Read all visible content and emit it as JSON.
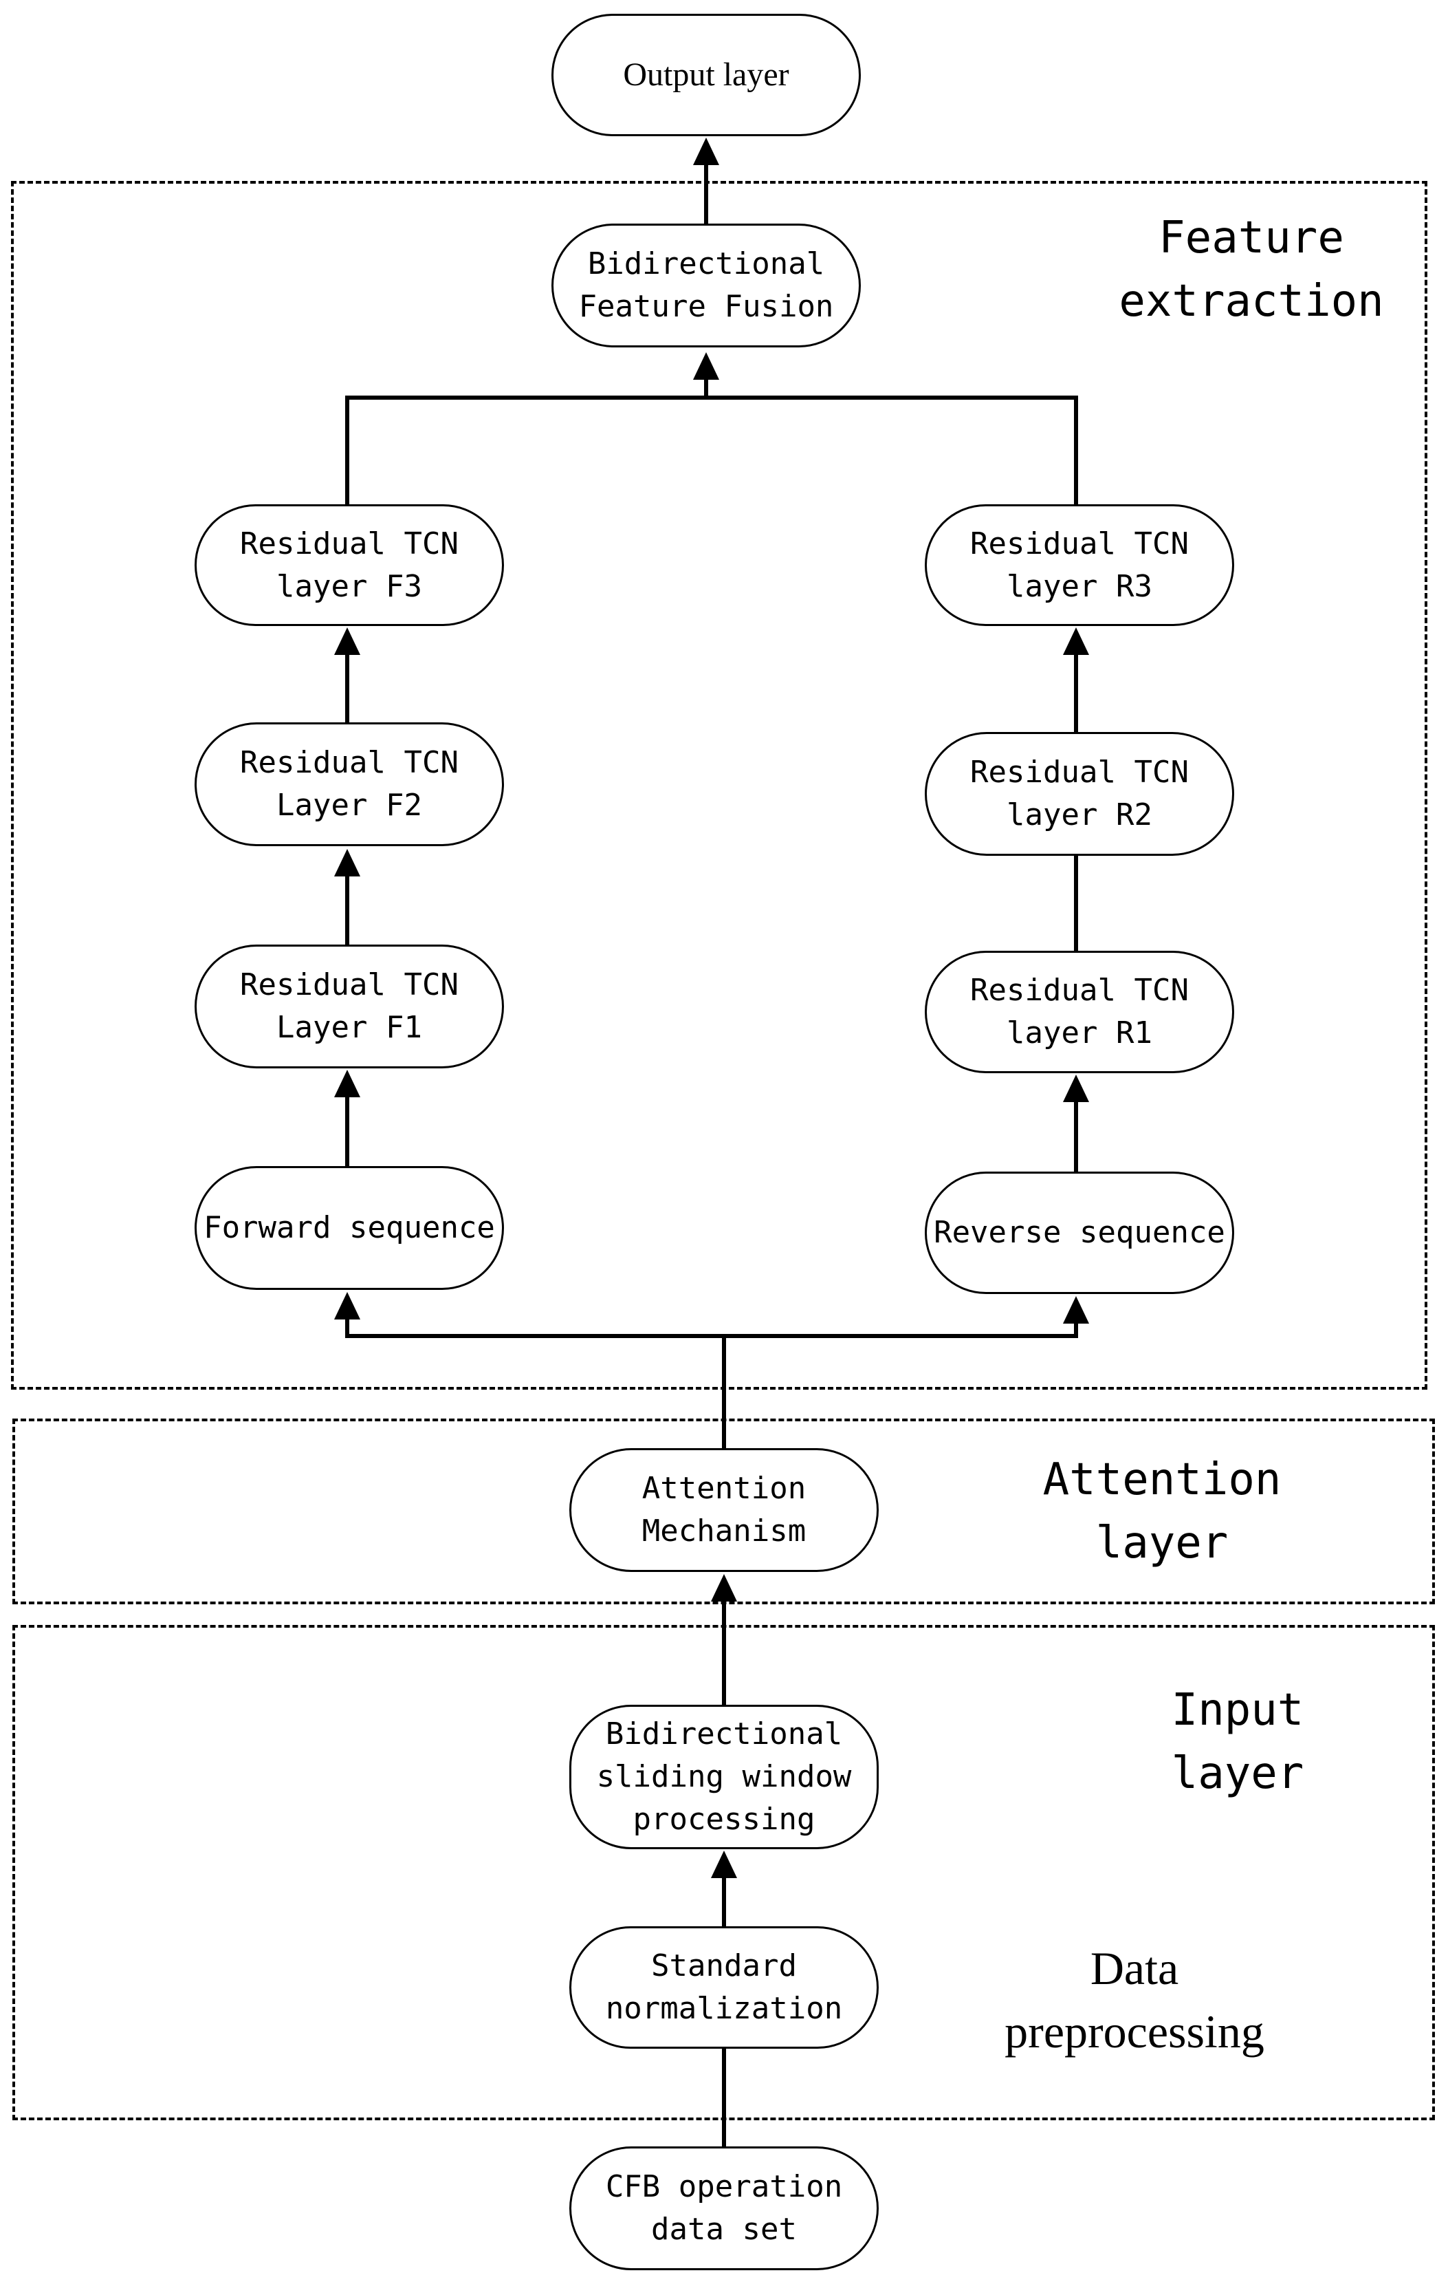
{
  "regions": {
    "feature": "Feature\nextraction",
    "attention": "Attention\nlayer",
    "input": "Input\nlayer",
    "preprocess": "Data\npreprocessing"
  },
  "nodes": {
    "output": "Output layer",
    "fusion": "Bidirectional\nFeature Fusion",
    "f3": "Residual TCN\nlayer F3",
    "f2": "Residual TCN\nLayer F2",
    "f1": "Residual TCN\nLayer F1",
    "r3": "Residual TCN\nlayer R3",
    "r2": "Residual TCN\nlayer R2",
    "r1": "Residual TCN\nlayer R1",
    "forward": "Forward sequence",
    "reverse": "Reverse sequence",
    "attention": "Attention\nMechanism",
    "sliding": "Bidirectional\nsliding window\nprocessing",
    "normalization": "Standard\nnormalization",
    "dataset": "CFB operation\ndata set"
  }
}
